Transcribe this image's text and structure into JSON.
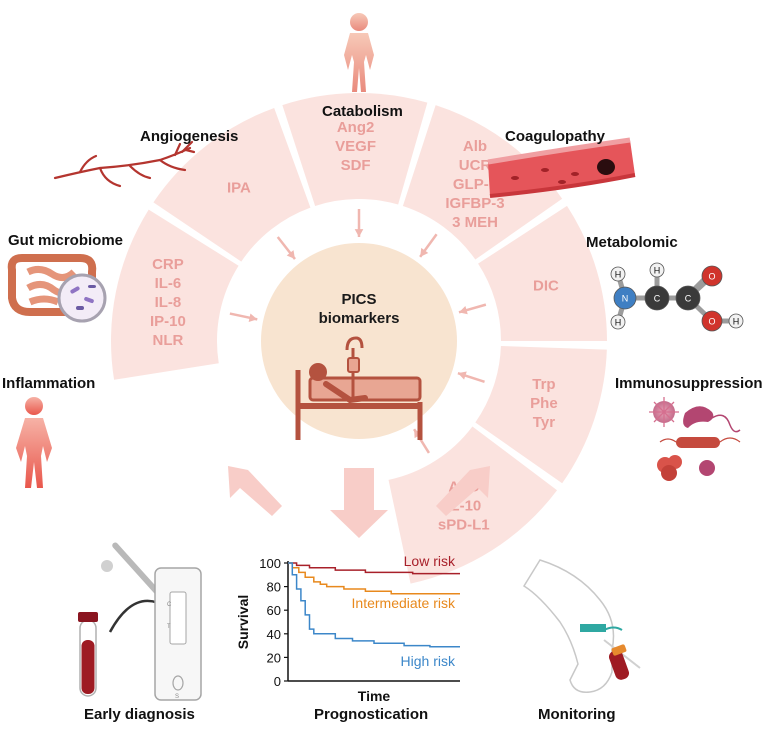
{
  "center": {
    "line1": "PICS",
    "line2": "biomarkers"
  },
  "categories": [
    {
      "key": "catabolism",
      "label": "Catabolism"
    },
    {
      "key": "angiogenesis",
      "label": "Angiogenesis"
    },
    {
      "key": "coagulopathy",
      "label": "Coagulopathy"
    },
    {
      "key": "gut",
      "label": "Gut microbiome"
    },
    {
      "key": "metabolomic",
      "label": "Metabolomic"
    },
    {
      "key": "inflammation",
      "label": "Inflammation"
    },
    {
      "key": "immunosuppression",
      "label": "Immunosuppression"
    }
  ],
  "segments": [
    {
      "key": "inflammation",
      "markers": [
        "CRP",
        "IL-6",
        "IL-8",
        "IP-10",
        "NLR"
      ]
    },
    {
      "key": "gut",
      "markers": [
        "IPA"
      ]
    },
    {
      "key": "angiogenesis",
      "markers": [
        "Ang2",
        "VEGF",
        "SDF"
      ]
    },
    {
      "key": "catabolism",
      "markers": [
        "Alb",
        "UCR",
        "GLP-1",
        "IGFBP-3",
        "3 MEH"
      ]
    },
    {
      "key": "coagulopathy",
      "markers": [
        "DIC"
      ]
    },
    {
      "key": "metabolomic",
      "markers": [
        "Trp",
        "Phe",
        "Tyr"
      ]
    },
    {
      "key": "immunosuppression",
      "markers": [
        "ALC",
        "IL-10",
        "sPD-L1"
      ]
    }
  ],
  "molecule_atoms": [
    "H",
    "N",
    "H",
    "C",
    "H",
    "C",
    "O",
    "O",
    "H"
  ],
  "test_strip_letters": [
    "C",
    "T",
    "S"
  ],
  "outcomes": {
    "early": "Early diagnosis",
    "prognostication": "Prognostication",
    "monitoring": "Monitoring"
  },
  "colors": {
    "segment": "#fbe3df",
    "marker_text": "#e99e9a",
    "center": "#f8e4d0",
    "arrow": "#f8cdc8",
    "low": "#a8202a",
    "intermediate": "#e8891d",
    "high": "#3c87c9"
  },
  "chart_data": {
    "type": "line",
    "xlabel": "Time",
    "ylabel": "Survival",
    "ylim": [
      0,
      100
    ],
    "yticks": [
      0,
      20,
      40,
      60,
      80,
      100
    ],
    "x_tick_labels": false,
    "series": [
      {
        "name": "Low risk",
        "color": "#a8202a",
        "points": [
          [
            0,
            100
          ],
          [
            2,
            98
          ],
          [
            5,
            96
          ],
          [
            9,
            96
          ],
          [
            11,
            94
          ],
          [
            16,
            94
          ],
          [
            18,
            92
          ],
          [
            27,
            92
          ],
          [
            29,
            91
          ],
          [
            40,
            91
          ]
        ]
      },
      {
        "name": "Intermediate risk",
        "color": "#e8891d",
        "points": [
          [
            0,
            100
          ],
          [
            1,
            96
          ],
          [
            2.5,
            92
          ],
          [
            4,
            88
          ],
          [
            6,
            84
          ],
          [
            7.5,
            82
          ],
          [
            9,
            80
          ],
          [
            12,
            80
          ],
          [
            13,
            78
          ],
          [
            17,
            78
          ],
          [
            18,
            76
          ],
          [
            23,
            76
          ],
          [
            24,
            74
          ],
          [
            40,
            74
          ]
        ]
      },
      {
        "name": "High risk",
        "color": "#3c87c9",
        "points": [
          [
            0,
            100
          ],
          [
            1,
            90
          ],
          [
            2,
            78
          ],
          [
            3,
            68
          ],
          [
            4,
            56
          ],
          [
            5,
            44
          ],
          [
            6,
            40
          ],
          [
            10,
            40
          ],
          [
            11,
            36
          ],
          [
            14,
            36
          ],
          [
            15,
            34
          ],
          [
            19,
            34
          ],
          [
            20,
            32
          ],
          [
            26,
            32
          ],
          [
            27,
            30
          ],
          [
            32,
            30
          ],
          [
            33,
            29
          ],
          [
            40,
            29
          ]
        ]
      }
    ]
  }
}
